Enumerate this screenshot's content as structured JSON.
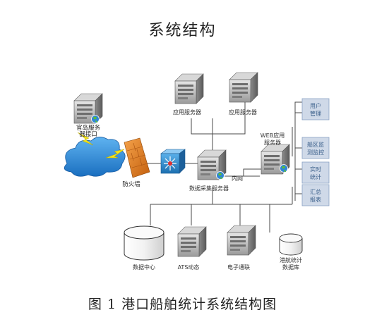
{
  "title": "系统结构",
  "caption": "图 1  港口船舶统计系统结构图",
  "labels": {
    "gov_server": [
      "官岛服务",
      "器接口"
    ],
    "firewall": "防火墙",
    "app_server_1": "应用服务器",
    "app_server_2": "应用服务器",
    "web_app_server": [
      "WEB应用",
      "服务器"
    ],
    "intranet": "内网",
    "collect_server": "数据采集服务器",
    "data_center": "数据中心",
    "ats": "ATS动态",
    "edi": "电子通联",
    "stat_db": [
      "港航统计",
      "数据库"
    ]
  },
  "panels": [
    [
      "用户",
      "管理"
    ],
    [
      "船区监",
      "测监控"
    ],
    [
      "实时",
      "统计"
    ],
    [
      "汇总",
      "报表"
    ]
  ],
  "colors": {
    "line": "#4a4a4a",
    "panel_fill": "#cfd9e8",
    "panel_border": "#8aa2c4",
    "cloud": "#2f8ad8",
    "firewall": "#e07b1f",
    "switch": "#2a86c9",
    "lightning": "#f3e41a"
  }
}
